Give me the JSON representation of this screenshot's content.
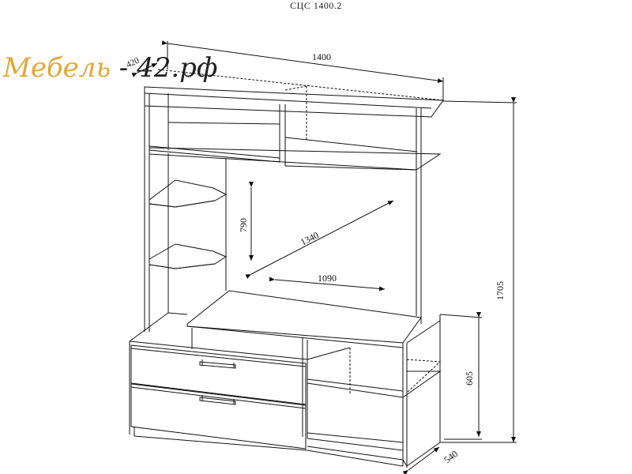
{
  "title": "СЦС 1400.2",
  "logo": {
    "brand": "Мебель",
    "separator": " - ",
    "domain": "42.рф"
  },
  "dimensions": {
    "width": "1400",
    "small_depth": "420",
    "height_total": "1705",
    "height_base": "605",
    "depth_base": "540",
    "tv_height": "790",
    "tv_diagonal": "1340",
    "tv_width": "1090"
  }
}
